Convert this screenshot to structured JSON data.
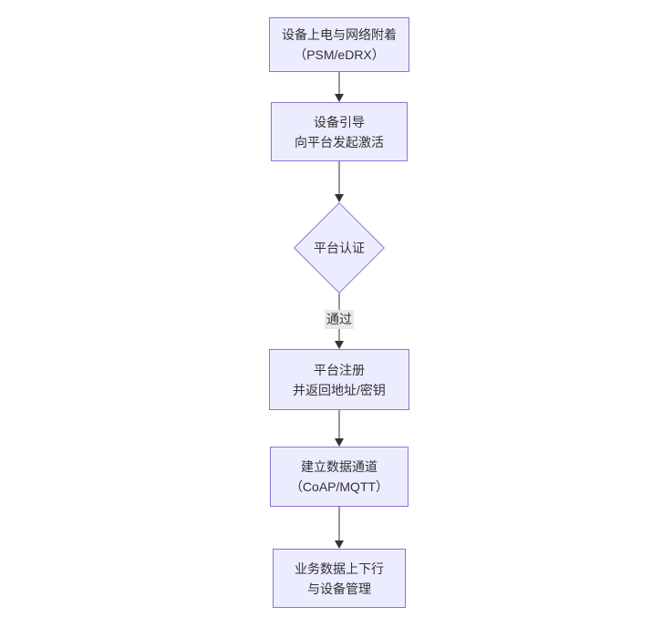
{
  "diagram": {
    "type": "flowchart",
    "direction": "top-down",
    "theme": {
      "background": "#ffffff",
      "node_fill": "#ECECFF",
      "node_border": "#9370DB",
      "text_color": "#333333",
      "arrow_color": "#333333",
      "edge_label_bg": "#e8e8e8"
    },
    "nodes": [
      {
        "id": "n1",
        "shape": "rect",
        "lines": [
          "设备上电与网络附着",
          "（PSM/eDRX）"
        ]
      },
      {
        "id": "n2",
        "shape": "rect",
        "lines": [
          "设备引导",
          "向平台发起激活"
        ]
      },
      {
        "id": "n3",
        "shape": "diamond",
        "lines": [
          "平台认证"
        ]
      },
      {
        "id": "n4",
        "shape": "rect",
        "lines": [
          "平台注册",
          "并返回地址/密钥"
        ]
      },
      {
        "id": "n5",
        "shape": "rect",
        "lines": [
          "建立数据通道",
          "（CoAP/MQTT）"
        ]
      },
      {
        "id": "n6",
        "shape": "rect",
        "lines": [
          "业务数据上下行",
          "与设备管理"
        ]
      }
    ],
    "edges": [
      {
        "from": "n1",
        "to": "n2",
        "label": ""
      },
      {
        "from": "n2",
        "to": "n3",
        "label": ""
      },
      {
        "from": "n3",
        "to": "n4",
        "label": "通过"
      },
      {
        "from": "n4",
        "to": "n5",
        "label": ""
      },
      {
        "from": "n5",
        "to": "n6",
        "label": ""
      }
    ]
  }
}
